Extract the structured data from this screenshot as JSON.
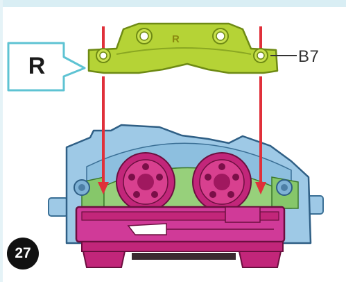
{
  "callout": {
    "label": "R"
  },
  "part": {
    "id": "B7",
    "mark": "R"
  },
  "step": {
    "number": "27"
  },
  "colors": {
    "part_fill": "#b5d336",
    "part_outline": "#6e8a14",
    "callout_border": "#5ec3d3",
    "arrow": "#e0303a",
    "chassis_blue": "#9ec9e6",
    "chassis_green": "#86c76a",
    "wheel_magenta": "#c2267a",
    "base_magenta": "#d03a98"
  },
  "icons": {
    "arrow_left": "down-arrow-icon",
    "arrow_right": "down-arrow-icon"
  }
}
